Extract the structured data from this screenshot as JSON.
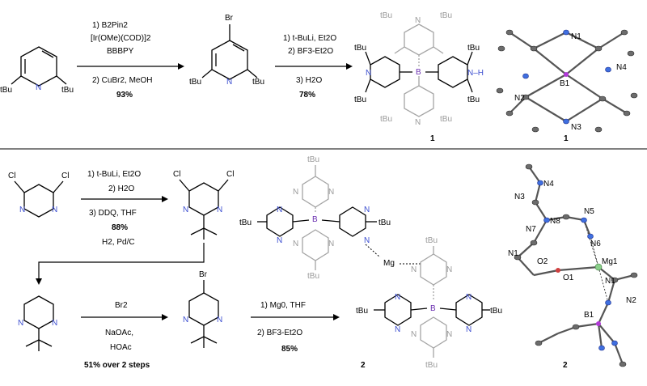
{
  "top": {
    "step1_conditions": [
      "1) B2Pin2",
      "[Ir(OMe)(COD)]2",
      "BBBPY",
      "2) CuBr2, MeOH"
    ],
    "step1_yield": "93%",
    "step2_conditions": [
      "1) t-BuLi, Et2O",
      "2) BF3-Et2O",
      "3) H2O"
    ],
    "step2_yield": "78%",
    "compound_label": "1",
    "xray_label": "1",
    "xray_atoms": [
      "N1",
      "B1",
      "N2",
      "N3",
      "N4"
    ],
    "atom_labels": {
      "tBu": "tBu",
      "N": "N",
      "Br": "Br",
      "B": "B",
      "NH": "N–H"
    }
  },
  "bottom": {
    "stepA_conditions": [
      "1) t-BuLi, Et2O",
      "2) H2O",
      "3) DDQ, THF"
    ],
    "stepA_yield": "88%",
    "stepA_hydrogenation": "H2, Pd/C",
    "stepB_conditions": [
      "Br2",
      "NaOAc,",
      "HOAc"
    ],
    "stepB_yield": "51% over 2 steps",
    "stepC_conditions": [
      "1) Mg0, THF",
      "2) BF3-Et2O"
    ],
    "stepC_yield": "85%",
    "compound_label": "2",
    "xray_label": "2",
    "mg_label": "Mg",
    "xray_atoms": [
      "N4",
      "N3",
      "N5",
      "N8",
      "N7",
      "N6",
      "N1",
      "O2",
      "Mg1",
      "O1",
      "N1",
      "N2",
      "B1"
    ],
    "atom_labels": {
      "tBu": "tBu",
      "N": "N",
      "Cl": "Cl",
      "Br": "Br",
      "B": "B"
    }
  },
  "colors": {
    "nitrogen": "#3d4fd0",
    "boron": "#6a2fb0",
    "gray_ring": "#9a9a9a"
  }
}
